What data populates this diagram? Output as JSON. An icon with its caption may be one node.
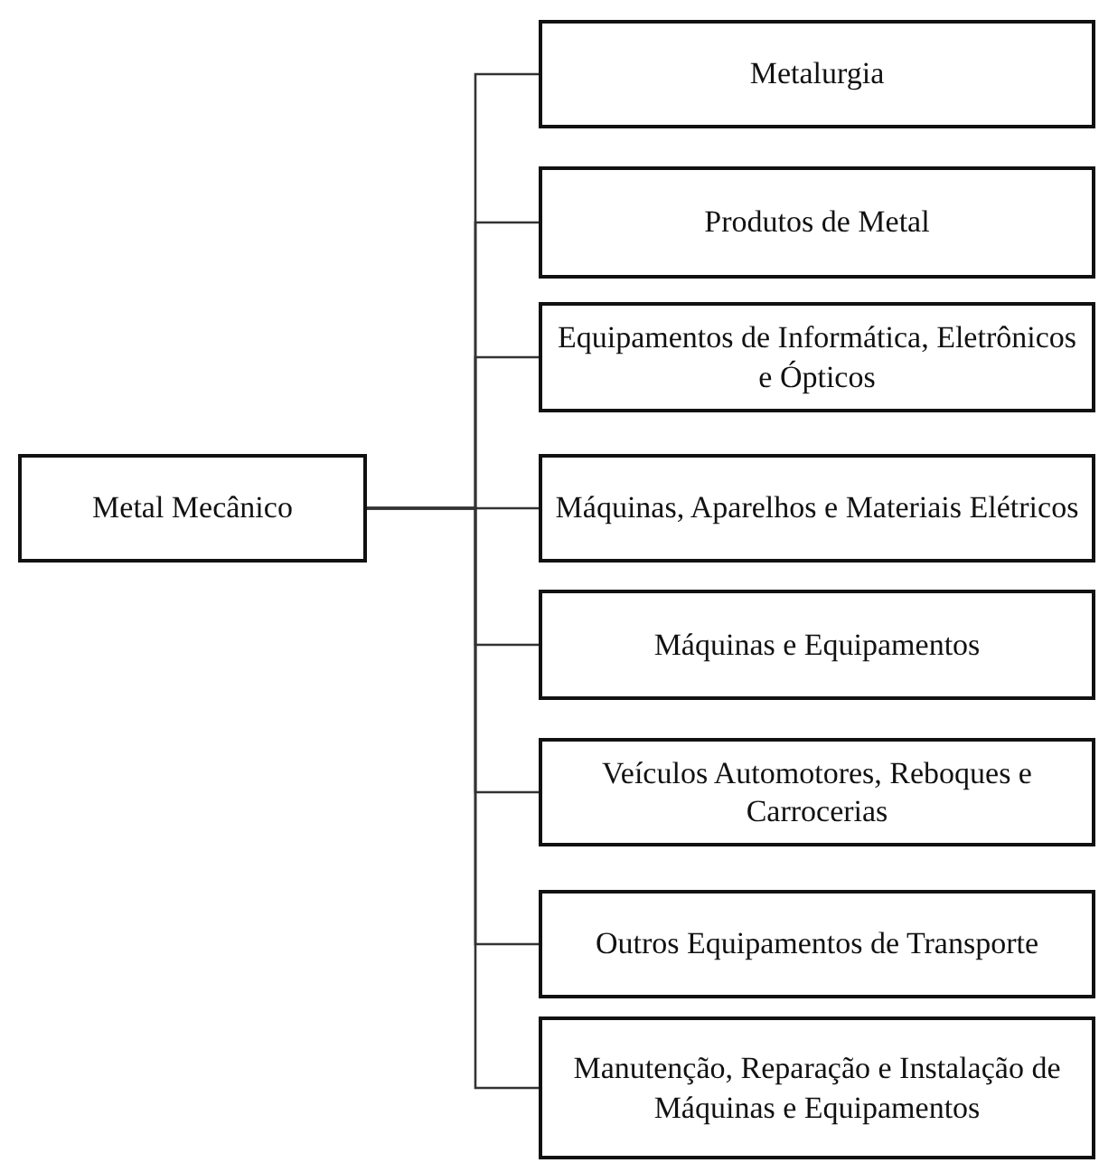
{
  "diagram": {
    "nodes": [
      {
        "text": [
          "Metal Mecânico"
        ]
      },
      {
        "text": [
          "Metalurgia"
        ]
      },
      {
        "text": [
          "Produtos de Metal"
        ]
      },
      {
        "text": [
          "Equipamentos de Informática, Eletrônicos e Ópticos"
        ]
      },
      {
        "text": [
          "Máquinas, Aparelhos e Materiais Elétricos"
        ]
      },
      {
        "text": [
          "Máquinas e Equipamentos"
        ]
      },
      {
        "text": [
          "Veículos Automotores, Reboques e Carrocerias"
        ]
      },
      {
        "text": [
          "Outros Equipamentos de Transporte"
        ]
      },
      {
        "text": [
          "Manutenção, Reparação e Instalação de Máquinas e Equipamentos"
        ]
      }
    ],
    "edges": [
      {
        "from": 0,
        "to": 1,
        "arrow": "none"
      },
      {
        "from": 0,
        "to": 2,
        "arrow": "none"
      },
      {
        "from": 0,
        "to": 3,
        "arrow": "none"
      },
      {
        "from": 0,
        "to": 4,
        "arrow": "none"
      },
      {
        "from": 0,
        "to": 5,
        "arrow": "none"
      },
      {
        "from": 0,
        "to": 6,
        "arrow": "none"
      },
      {
        "from": 0,
        "to": 7,
        "arrow": "none"
      },
      {
        "from": 0,
        "to": 8,
        "arrow": "none"
      }
    ]
  }
}
